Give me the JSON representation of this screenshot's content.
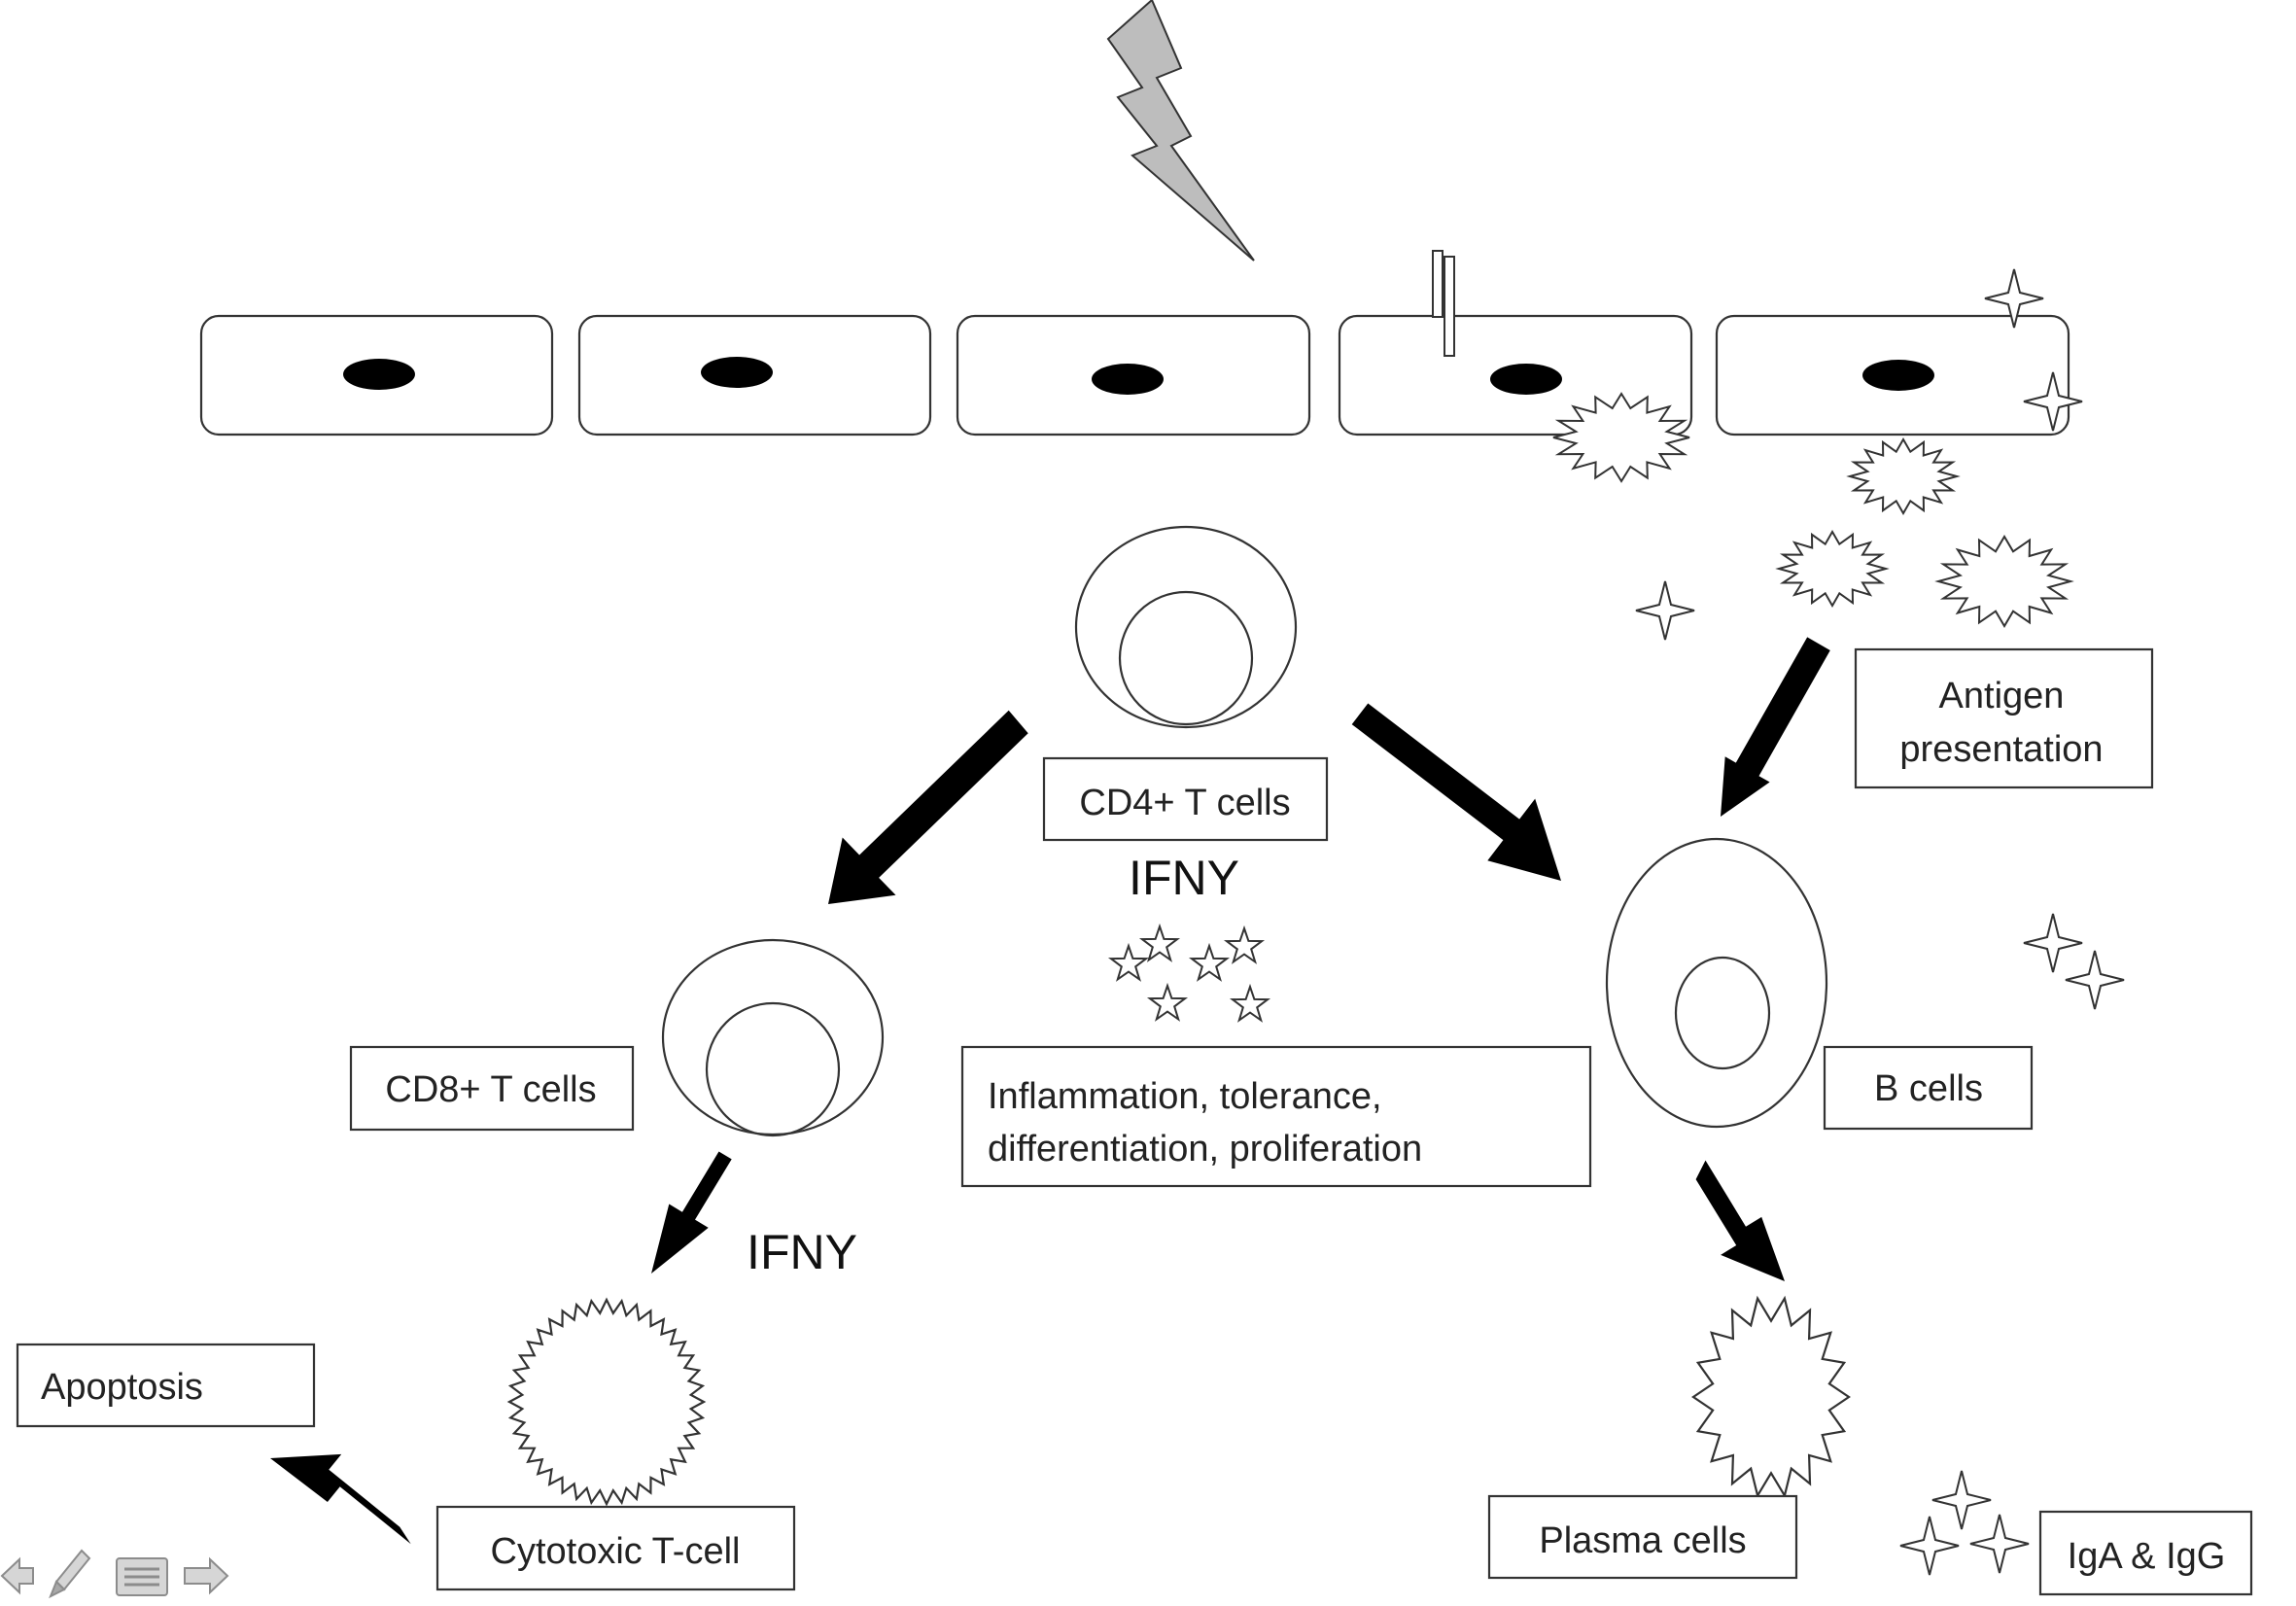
{
  "labels": {
    "cd4": "CD4+ T cells",
    "cd8": "CD8+ T cells",
    "b_cells": "B cells",
    "ifny_center": "IFNY",
    "ifny_left": "IFNY",
    "antigen_line1": "Antigen",
    "antigen_line2": "presentation",
    "inflammation_line1": "Inflammation, tolerance,",
    "inflammation_line2": "differentiation, proliferation",
    "apoptosis": "Apoptosis",
    "cytotoxic": "Cytotoxic T-cell",
    "plasma": "Plasma cells",
    "iga_igg": "IgA & IgG"
  },
  "icons": {
    "lightning": "lightning-bolt-icon",
    "receptor": "receptor-icon",
    "star": "four-point-star-icon",
    "cytokine": "five-point-star-icon",
    "antigen": "spiky-antigen-icon"
  },
  "controls": [
    "previous-slide-icon",
    "pen-icon",
    "menu-icon",
    "next-slide-icon"
  ],
  "colors": {
    "stroke": "#333333",
    "arrow": "#000000",
    "nucleus": "#000000",
    "lightning": "#bdbdbd"
  }
}
